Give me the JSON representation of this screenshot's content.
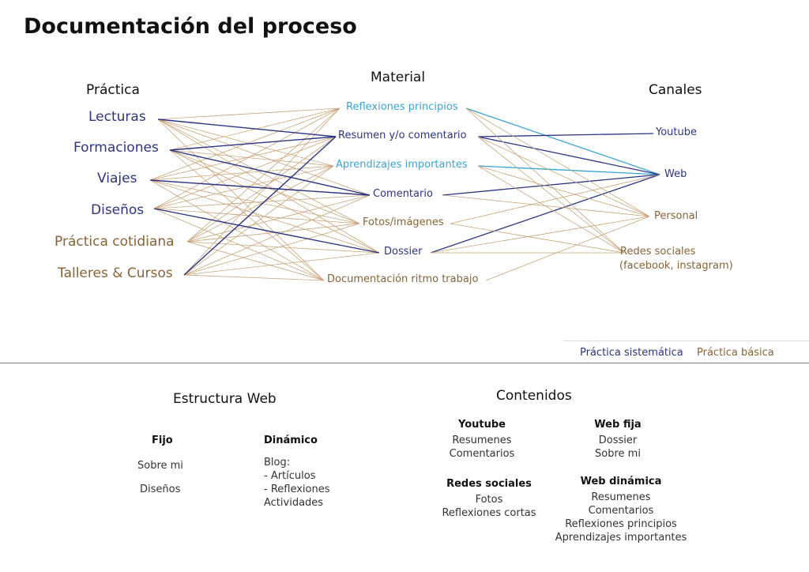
{
  "title": "Documentación del proceso",
  "columns": {
    "practica": "Práctica",
    "material": "Material",
    "canales": "Canales"
  },
  "practica": [
    {
      "id": "lecturas",
      "label": "Lecturas",
      "type": "sistematica"
    },
    {
      "id": "formaciones",
      "label": "Formaciones",
      "type": "sistematica"
    },
    {
      "id": "viajes",
      "label": "Viajes",
      "type": "sistematica"
    },
    {
      "id": "disenos",
      "label": "Diseños",
      "type": "sistematica"
    },
    {
      "id": "cotidiana",
      "label": "Práctica cotidiana",
      "type": "basica"
    },
    {
      "id": "talleres",
      "label": "Talleres & Cursos",
      "type": "basica"
    }
  ],
  "material": [
    {
      "id": "reflexiones",
      "label": "Reflexiones principios",
      "color": "cyan"
    },
    {
      "id": "resumen",
      "label": "Resumen y/o comentario",
      "color": "blue"
    },
    {
      "id": "aprendizajes",
      "label": "Aprendizajes importantes",
      "color": "cyan"
    },
    {
      "id": "comentario",
      "label": "Comentario",
      "color": "blue"
    },
    {
      "id": "fotos",
      "label": "Fotos/imágenes",
      "color": "tan"
    },
    {
      "id": "dossier",
      "label": "Dossier",
      "color": "blue"
    },
    {
      "id": "documentacion",
      "label": "Documentación ritmo trabajo",
      "color": "tan"
    }
  ],
  "canales": [
    {
      "id": "youtube",
      "label": "Youtube",
      "color": "blue"
    },
    {
      "id": "web",
      "label": "Web",
      "color": "blue"
    },
    {
      "id": "personal",
      "label": "Personal",
      "color": "tan"
    },
    {
      "id": "redes",
      "label": "Redes sociales",
      "label2": "(facebook, instagram)",
      "color": "tan"
    }
  ],
  "edges_left_blue": [
    [
      "lecturas",
      "resumen"
    ],
    [
      "formaciones",
      "resumen"
    ],
    [
      "formaciones",
      "comentario"
    ],
    [
      "viajes",
      "comentario"
    ],
    [
      "disenos",
      "dossier"
    ],
    [
      "talleres",
      "resumen"
    ]
  ],
  "edges_right": [
    [
      "reflexiones",
      "web",
      "cyan"
    ],
    [
      "aprendizajes",
      "web",
      "cyan"
    ],
    [
      "resumen",
      "youtube",
      "blue"
    ],
    [
      "resumen",
      "web",
      "blue"
    ],
    [
      "comentario",
      "web",
      "blue"
    ],
    [
      "dossier",
      "web",
      "blue"
    ],
    [
      "fotos",
      "web",
      "tan"
    ],
    [
      "reflexiones",
      "personal",
      "tan"
    ],
    [
      "reflexiones",
      "redes",
      "tan"
    ],
    [
      "resumen",
      "personal",
      "tan"
    ],
    [
      "resumen",
      "redes",
      "tan"
    ],
    [
      "aprendizajes",
      "personal",
      "tan"
    ],
    [
      "aprendizajes",
      "redes",
      "tan"
    ],
    [
      "comentario",
      "personal",
      "tan"
    ],
    [
      "fotos",
      "redes",
      "tan"
    ],
    [
      "dossier",
      "personal",
      "tan"
    ],
    [
      "dossier",
      "redes",
      "tan"
    ],
    [
      "documentacion",
      "personal",
      "tan"
    ]
  ],
  "legend": {
    "sistematica": "Práctica sistemática",
    "basica": "Práctica básica"
  },
  "colors": {
    "blue": "#2c3585",
    "cyan": "#3aa5d8",
    "tan": "#c9a57a",
    "tan_text": "#8a6335"
  },
  "estructura": {
    "title": "Estructura Web",
    "fijo": {
      "title": "Fijo",
      "items": [
        "Sobre mi",
        "Diseños"
      ]
    },
    "dinamico": {
      "title": "Dinámico",
      "items": [
        "Blog:",
        "- Artículos",
        "- Reflexiones",
        "Actividades"
      ]
    }
  },
  "contenidos": {
    "title": "Contenidos",
    "youtube": {
      "title": "Youtube",
      "items": [
        "Resumenes",
        "Comentarios"
      ]
    },
    "webfija": {
      "title": "Web fija",
      "items": [
        "Dossier",
        "Sobre mi"
      ]
    },
    "redes": {
      "title": "Redes sociales",
      "items": [
        "Fotos",
        "Reflexiones cortas"
      ]
    },
    "webdinamica": {
      "title": "Web dinámica",
      "items": [
        "Resumenes",
        "Comentarios",
        "Reflexiones principios",
        "Aprendizajes importantes"
      ]
    }
  }
}
